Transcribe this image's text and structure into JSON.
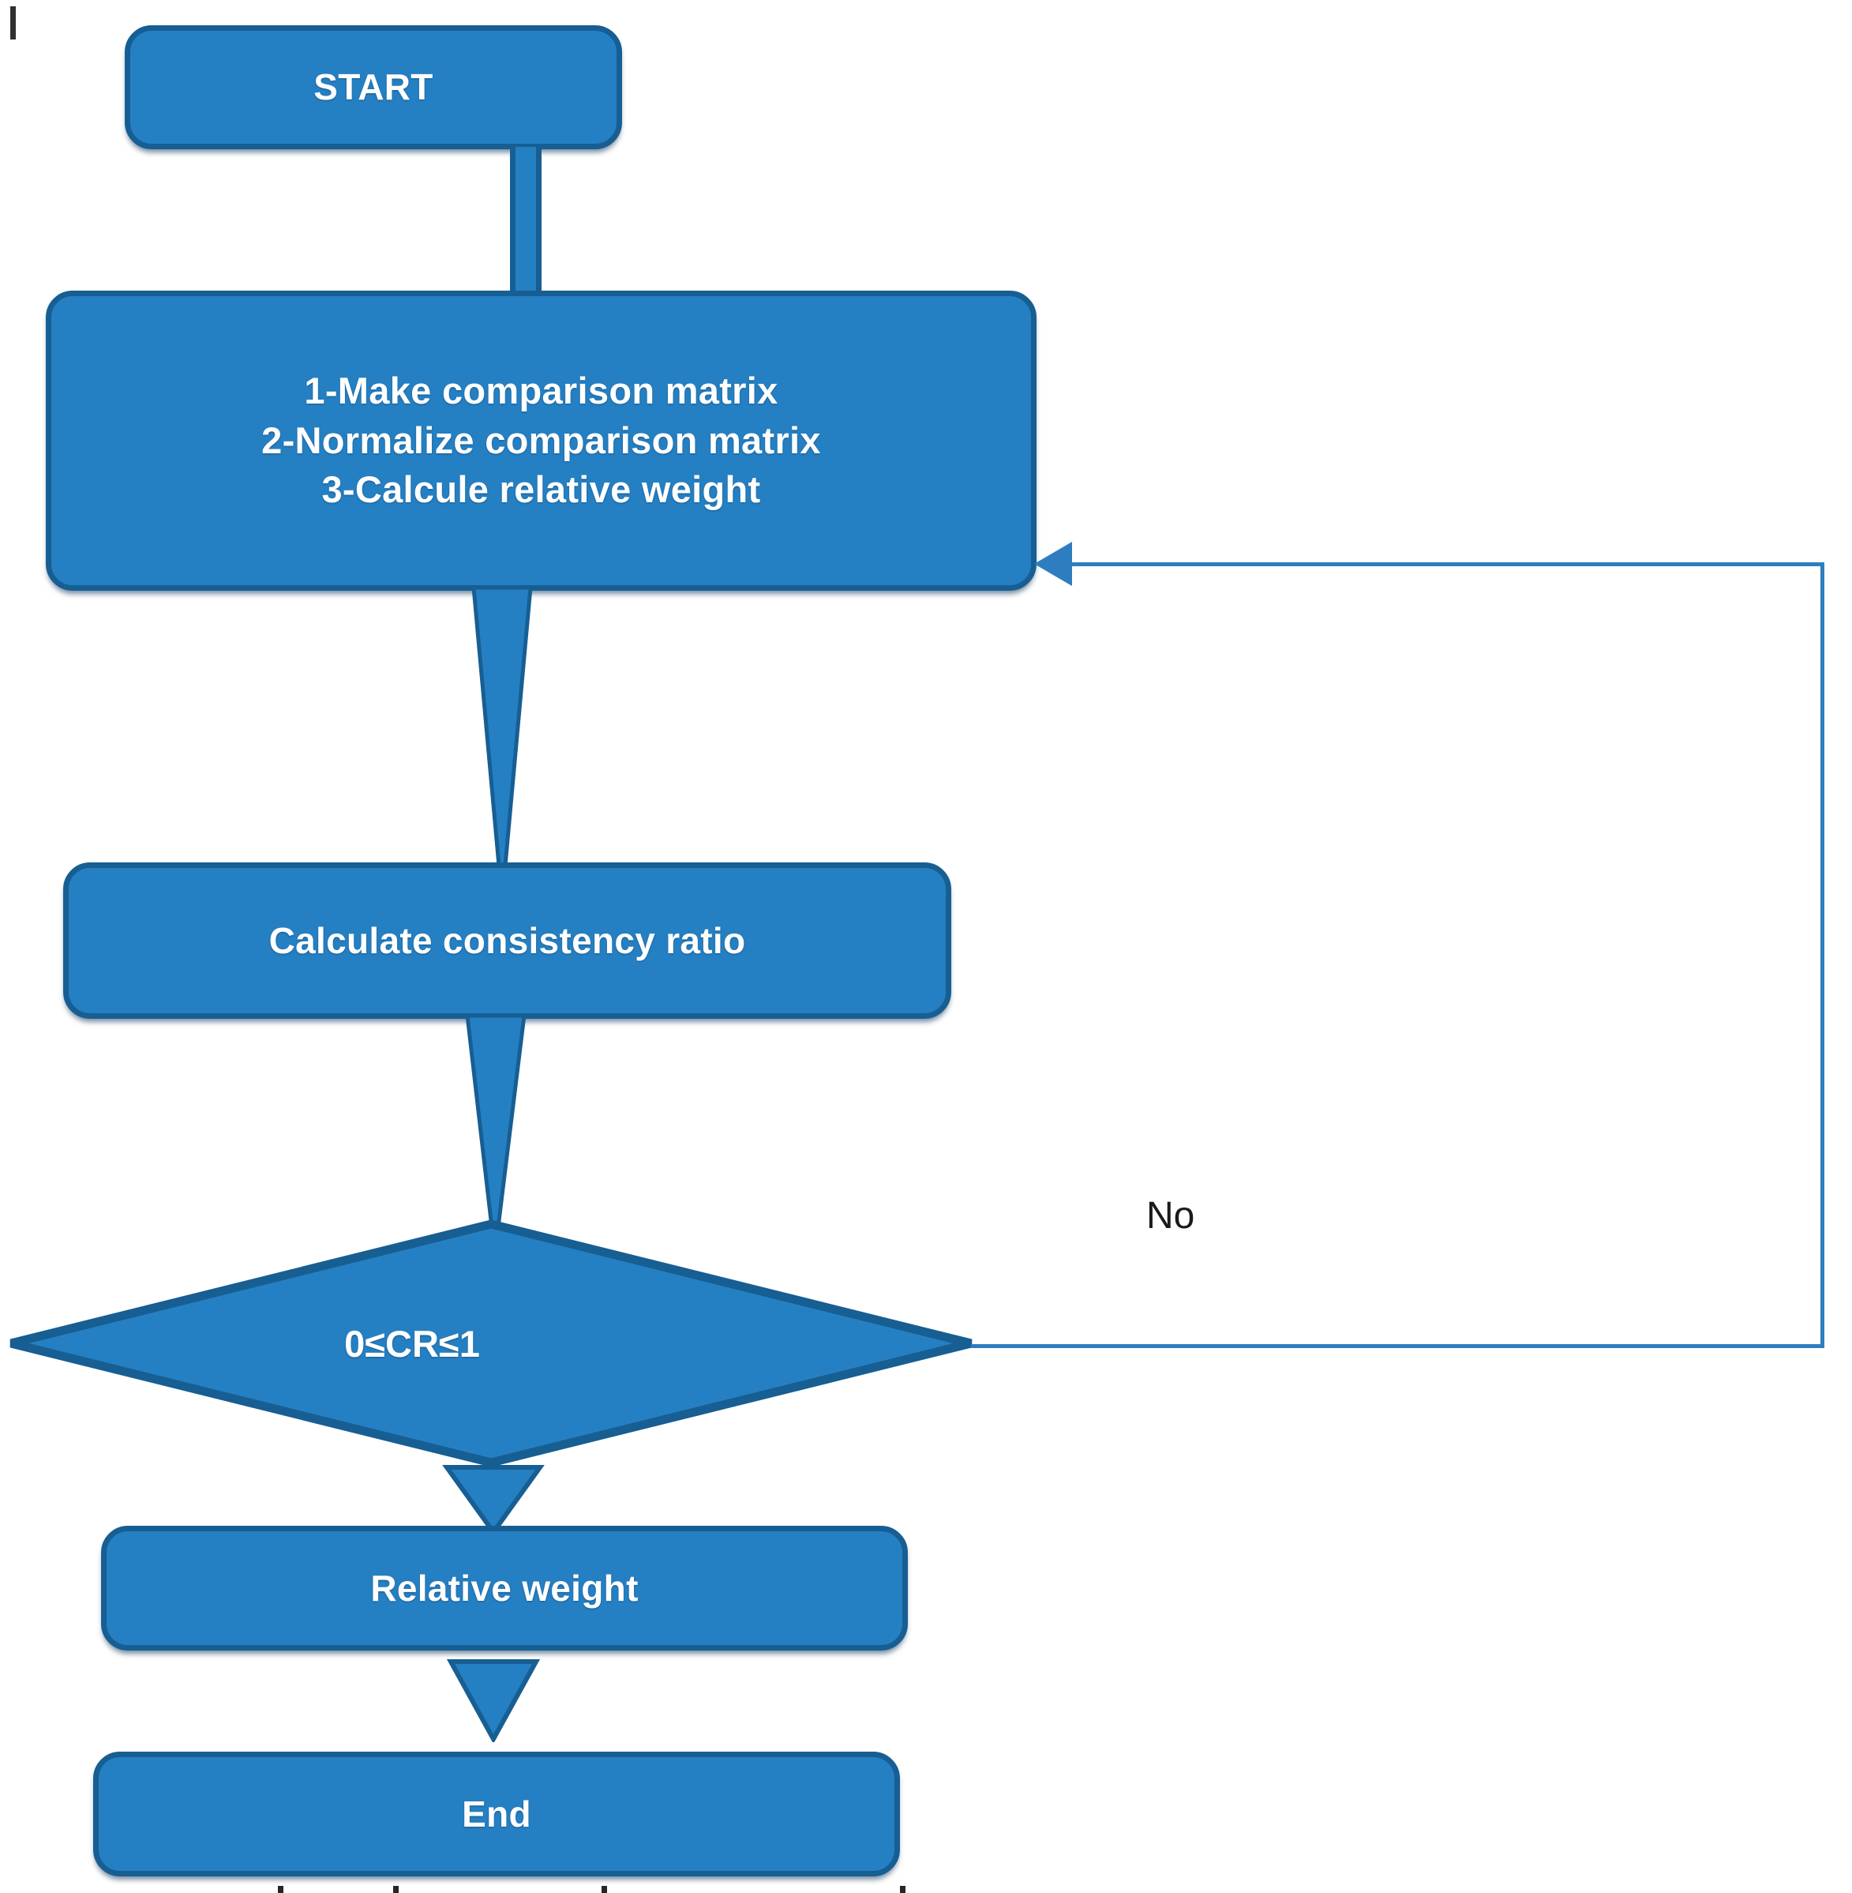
{
  "diagram": {
    "title": "AHP relative weight calculation flowchart",
    "colors": {
      "node_fill": "#2580C3",
      "node_border": "#175E93",
      "node_text": "#FFFFFF",
      "loop_line": "#2E7EBF",
      "label_text": "#1A1A1A",
      "background": "#FFFFFF"
    },
    "nodes": [
      {
        "id": "start",
        "shape": "rounded-rect",
        "label": "START"
      },
      {
        "id": "steps",
        "shape": "rounded-rect",
        "label": "1-Make comparison matrix\n2-Normalize comparison matrix\n3-Calcule relative weight"
      },
      {
        "id": "consistency",
        "shape": "rounded-rect",
        "label": "Calculate consistency ratio"
      },
      {
        "id": "decision",
        "shape": "diamond",
        "label": "0≤CR≤1"
      },
      {
        "id": "relweight",
        "shape": "rounded-rect",
        "label": "Relative weight"
      },
      {
        "id": "end",
        "shape": "rounded-rect",
        "label": "End"
      }
    ],
    "edges": [
      {
        "from": "start",
        "to": "steps",
        "label": ""
      },
      {
        "from": "steps",
        "to": "consistency",
        "label": ""
      },
      {
        "from": "consistency",
        "to": "decision",
        "label": ""
      },
      {
        "from": "decision",
        "to": "relweight",
        "label": ""
      },
      {
        "from": "relweight",
        "to": "end",
        "label": ""
      },
      {
        "from": "decision",
        "to": "steps",
        "label": "No"
      }
    ],
    "edge_labels": {
      "no": "No"
    }
  }
}
